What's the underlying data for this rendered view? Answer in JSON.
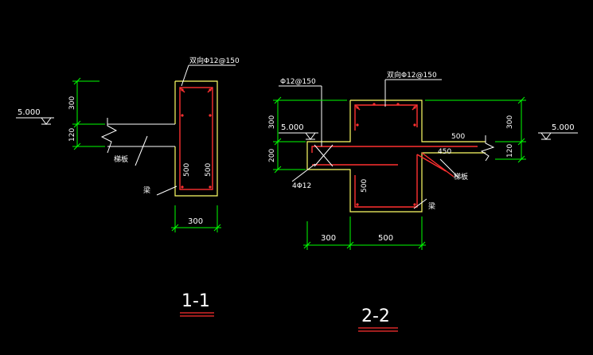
{
  "colors": {
    "background": "#000000",
    "outline": "#ffffff",
    "concrete": "#ffff66",
    "rebar": "#ff3030",
    "dimension": "#00ff00",
    "title_underline": "#ff3030"
  },
  "section_1": {
    "label_rebar": "双向Φ12@150",
    "label_slab": "梯板",
    "label_beam": "梁",
    "elevation": "5.000",
    "dim_top_300": "300",
    "dim_top_120": "120",
    "dim_width_300": "300",
    "dim_height_500_left": "500",
    "dim_height_500_right": "500",
    "title": "1-1"
  },
  "section_2": {
    "label_rebar_top": "双向Φ12@150",
    "label_rebar_left": "Φ12@150",
    "label_bars": "4Φ12",
    "label_slab": "梯板",
    "label_beam": "梁",
    "elevation_left": "5.000",
    "elevation_right": "5.000",
    "dim_left_300": "300",
    "dim_left_200": "200",
    "dim_right_300": "300",
    "dim_right_120": "120",
    "dim_500_slab": "500",
    "dim_450": "450",
    "dim_500_vertical": "500",
    "dim_bottom_300": "300",
    "dim_bottom_500": "500",
    "title": "2-2"
  }
}
